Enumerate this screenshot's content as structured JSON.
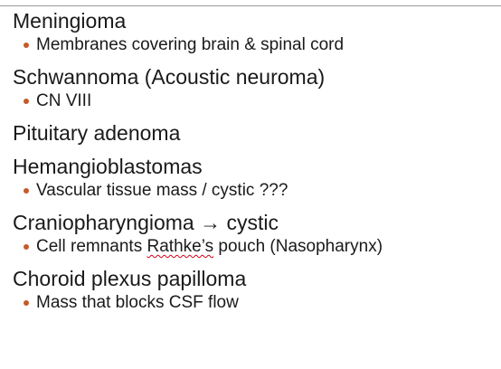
{
  "colors": {
    "bullet": "#c55a2b",
    "text": "#1a1a1a",
    "spellcheck_underline": "#d0021b"
  },
  "topics": [
    {
      "heading": "Meningioma",
      "bullet": "Membranes covering brain & spinal cord"
    },
    {
      "heading": "Schwannoma (Acoustic neuroma)",
      "bullet": "CN VIII"
    },
    {
      "heading": "Pituitary adenoma"
    },
    {
      "heading": "Hemangioblastomas",
      "bullet": "Vascular tissue mass / cystic ???"
    },
    {
      "heading": "Craniopharyngioma → cystic",
      "bullet_parts": {
        "before": "Cell remnants ",
        "flagged_word": "Rathke’s",
        "after": " pouch (Nasopharynx)"
      }
    },
    {
      "heading": "Choroid plexus papilloma",
      "bullet": "Mass that blocks CSF flow"
    }
  ]
}
